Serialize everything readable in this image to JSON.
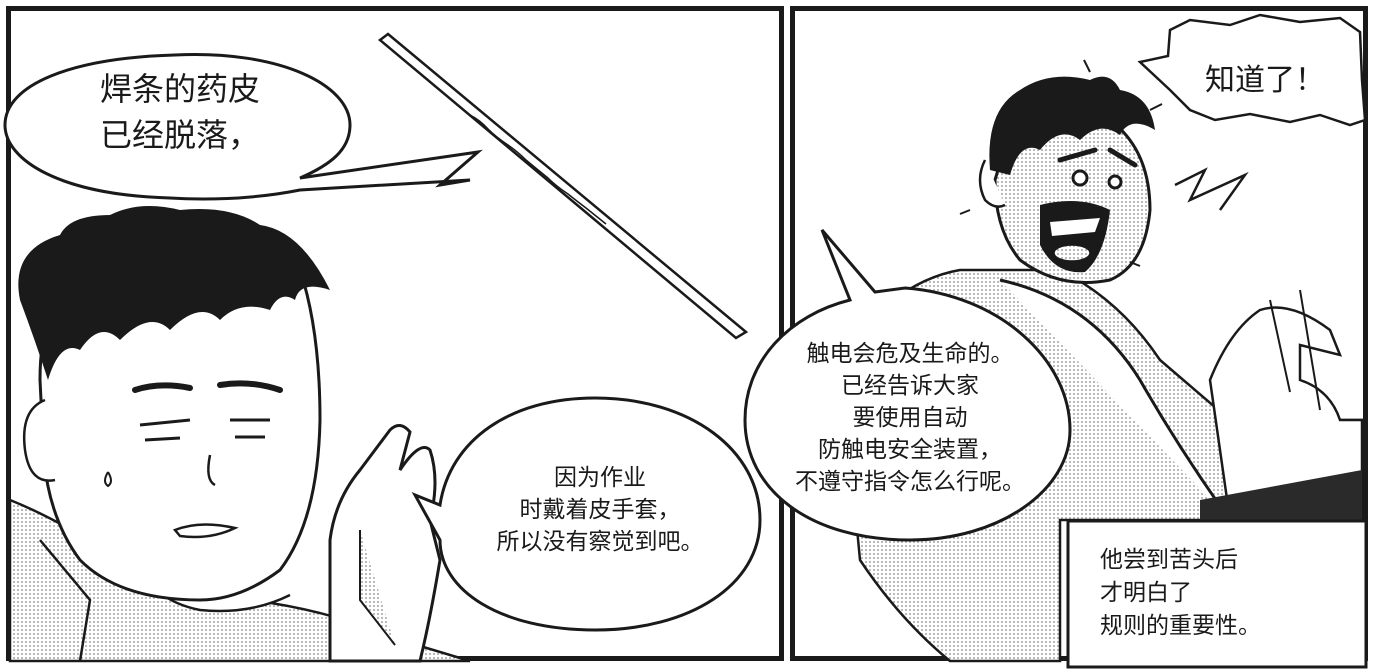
{
  "panels": {
    "left": {
      "bubble_top": [
        "焊条的药皮",
        "已经脱落，"
      ],
      "bubble_bottom": [
        "因为作业",
        "时戴着皮手套，",
        "所以没有察觉到吧。"
      ]
    },
    "right": {
      "shout": "知道了！",
      "bubble_center": [
        "触电会危及生命的。",
        "已经告诉大家",
        "要使用自动",
        "防触电安全装置，",
        "不遵守指令怎么行呢。"
      ],
      "caption": [
        "他尝到苦头后",
        "才明白了",
        "规则的重要性。"
      ]
    }
  },
  "colors": {
    "ink": "#1a1a1a",
    "paper": "#ffffff",
    "screentone": "#bdbdbd"
  }
}
